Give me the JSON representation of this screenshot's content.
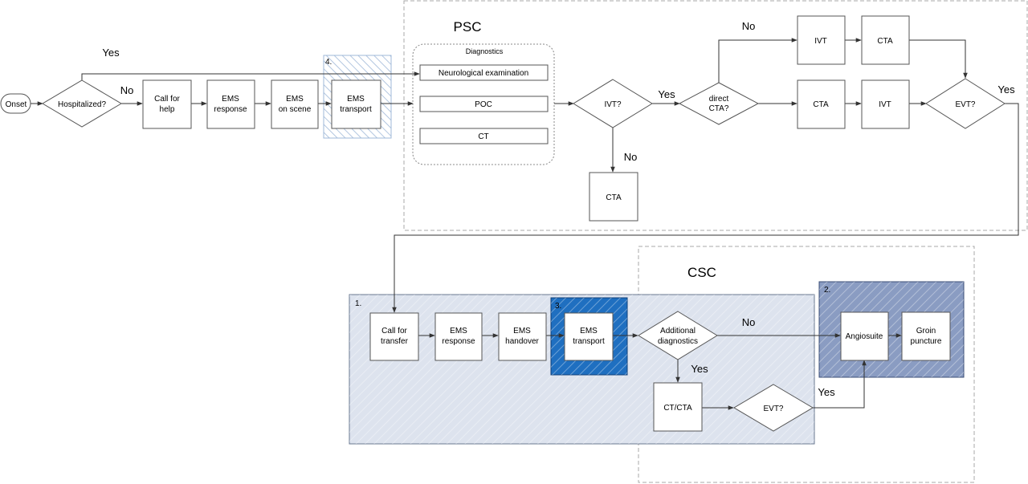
{
  "regions": {
    "psc": "PSC",
    "csc": "CSC",
    "diagnostics": "Diagnostics",
    "mark1": "1.",
    "mark2": "2.",
    "mark3": "3.",
    "mark4": "4."
  },
  "nodes": {
    "onset": "Onset",
    "hospitalized": "Hospitalized?",
    "call_help_1": "Call for",
    "call_help_2": "help",
    "ems_resp1_1": "EMS",
    "ems_resp1_2": "response",
    "ems_scene_1": "EMS",
    "ems_scene_2": "on scene",
    "ems_trans1_1": "EMS",
    "ems_trans1_2": "transport",
    "neuro": "Neurological examination",
    "poc": "POC",
    "ct": "CT",
    "ivt_q": "IVT?",
    "direct_cta_1": "direct",
    "direct_cta_2": "CTA?",
    "cta_no_ivt": "CTA",
    "ivt_top": "IVT",
    "cta_top": "CTA",
    "cta_mid": "CTA",
    "ivt_mid": "IVT",
    "evt_q1": "EVT?",
    "call_transfer_1": "Call for",
    "call_transfer_2": "transfer",
    "ems_resp2_1": "EMS",
    "ems_resp2_2": "response",
    "ems_handover_1": "EMS",
    "ems_handover_2": "handover",
    "ems_trans2_1": "EMS",
    "ems_trans2_2": "transport",
    "addl_1": "Additional",
    "addl_2": "diagnostics",
    "angiosuite": "Angiosuite",
    "groin_1": "Groin",
    "groin_2": "puncture",
    "ctcta": "CT/CTA",
    "evt_q2": "EVT?"
  },
  "edge_labels": {
    "yes_hosp": "Yes",
    "no_hosp": "No",
    "yes_ivt": "Yes",
    "no_ivt": "No",
    "no_direct": "No",
    "yes_evt1": "Yes",
    "no_addl": "No",
    "yes_addl": "Yes",
    "yes_evt2": "Yes"
  },
  "colors": {
    "region1_fill": "#dde3ee",
    "region2_fill": "#8a9cc2",
    "highlight3_fill": "#1f6fc0",
    "hatch4": "#9fb8d8"
  }
}
